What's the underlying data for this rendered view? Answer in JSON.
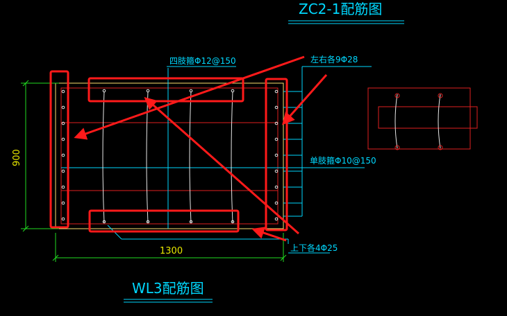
{
  "titles": {
    "top": "ZC2-1配筋图",
    "bottom": "WL3配筋图"
  },
  "annotations": {
    "side_bars": "左右各9Φ28",
    "four_leg_stirrup": "四肢箍Φ12@150",
    "single_leg_stirrup": "单肢箍Φ10@150",
    "top_bottom_bars": "上下各4Φ25"
  },
  "dimensions": {
    "height": "900",
    "width": "1300"
  },
  "colors": {
    "background": "#000000",
    "drawing_line": "#00d8ff",
    "title_text": "#00d8ff",
    "dimension_green": "#22dd22",
    "dimension_text": "#e8e800",
    "section_outline": "#ffe070",
    "rebar_red": "#e02020",
    "highlight_red": "#ff1a1a",
    "stirrup_white": "#e8e8e8"
  }
}
